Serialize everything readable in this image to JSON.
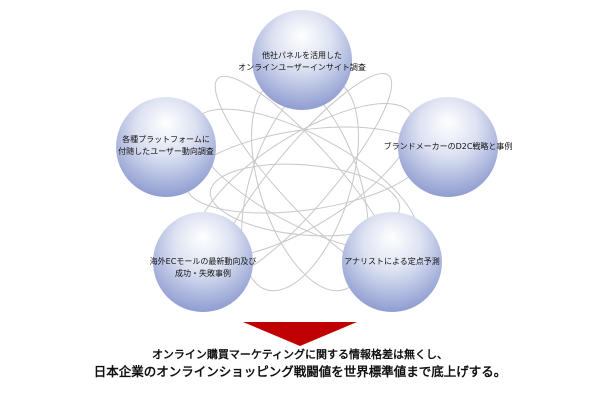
{
  "nodes": [
    {
      "id": "node-panel-survey",
      "lines": [
        "他社パネルを活用した",
        "オンラインユーザーインサイト調査"
      ]
    },
    {
      "id": "node-d2c-cases",
      "lines": [
        "ブランドメーカーのD2C戦略と事例"
      ]
    },
    {
      "id": "node-analyst-forecast",
      "lines": [
        "アナリストによる定点予測"
      ]
    },
    {
      "id": "node-ec-mall-trends",
      "lines": [
        "海外ECモールの最新動向及び",
        "成功・失敗事例"
      ]
    },
    {
      "id": "node-platform-survey",
      "lines": [
        "各種プラットフォームに",
        "付随したユーザー動向調査"
      ]
    }
  ],
  "conclusion": {
    "line1": "オンライン購買マーケティングに関する情報格差は無くし、",
    "line2": "日本企業のオンラインショッピング戦闘値を世界標準値まで底上げする。"
  },
  "colors": {
    "circle_top": "#f3f5fb",
    "circle_bottom": "#9aa7d6",
    "arrow": "#c00000",
    "loops": "#c7c7c7"
  }
}
